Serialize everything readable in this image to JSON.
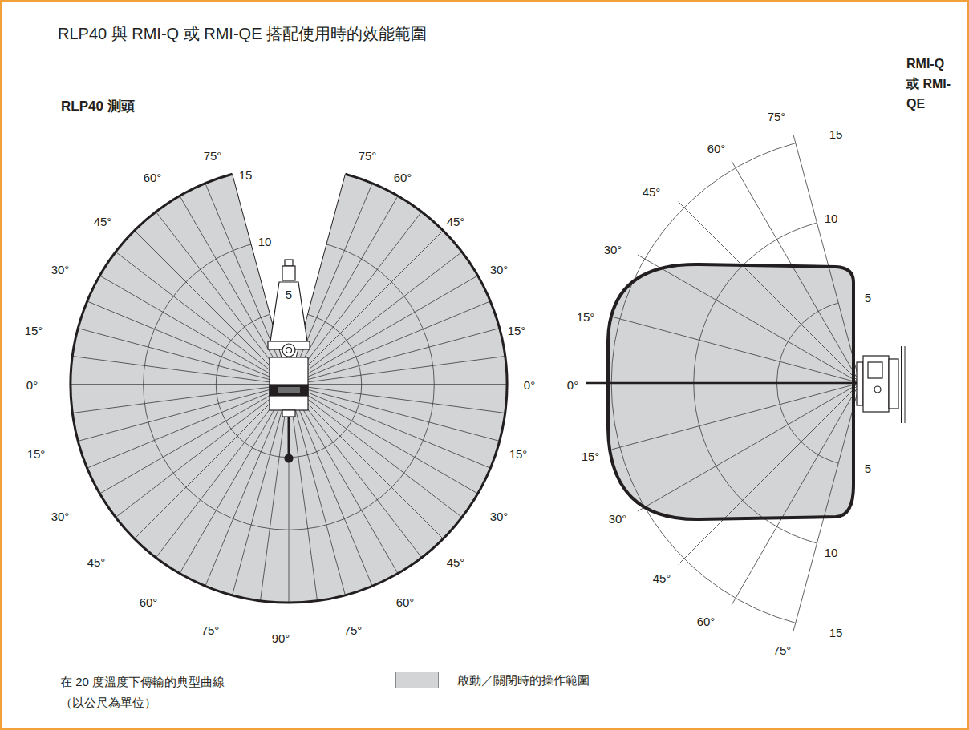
{
  "diagram": {
    "title": "RLP40 與 RMI-Q 或 RMI-QE 搭配使用時的效能範圍",
    "labels": [
      "RLP40 測頭",
      "75°",
      "75°",
      "60°",
      "60°",
      "45°",
      "45°",
      "30°",
      "30°",
      "15°",
      "15°",
      "0°",
      "0°",
      "15°",
      "15°",
      "30°",
      "30°",
      "45°",
      "45°",
      "60°",
      "60°",
      "75°",
      "75°",
      "90°",
      "15",
      "10",
      "5",
      "RMI-Q 或 RMI-QE",
      "75°",
      "15",
      "60°",
      "45°",
      "10",
      "30°",
      "5",
      "15°",
      "0°",
      "15°",
      "5",
      "30°",
      "10",
      "45°",
      "60°",
      "15",
      "75°",
      "在 20 度溫度下傳輸的典型曲線 （以公尺為單位）"
    ],
    "legend": [
      {
        "text": "啟動／關閉時的操作範圍",
        "color": "#d3d4d6"
      }
    ]
  }
}
